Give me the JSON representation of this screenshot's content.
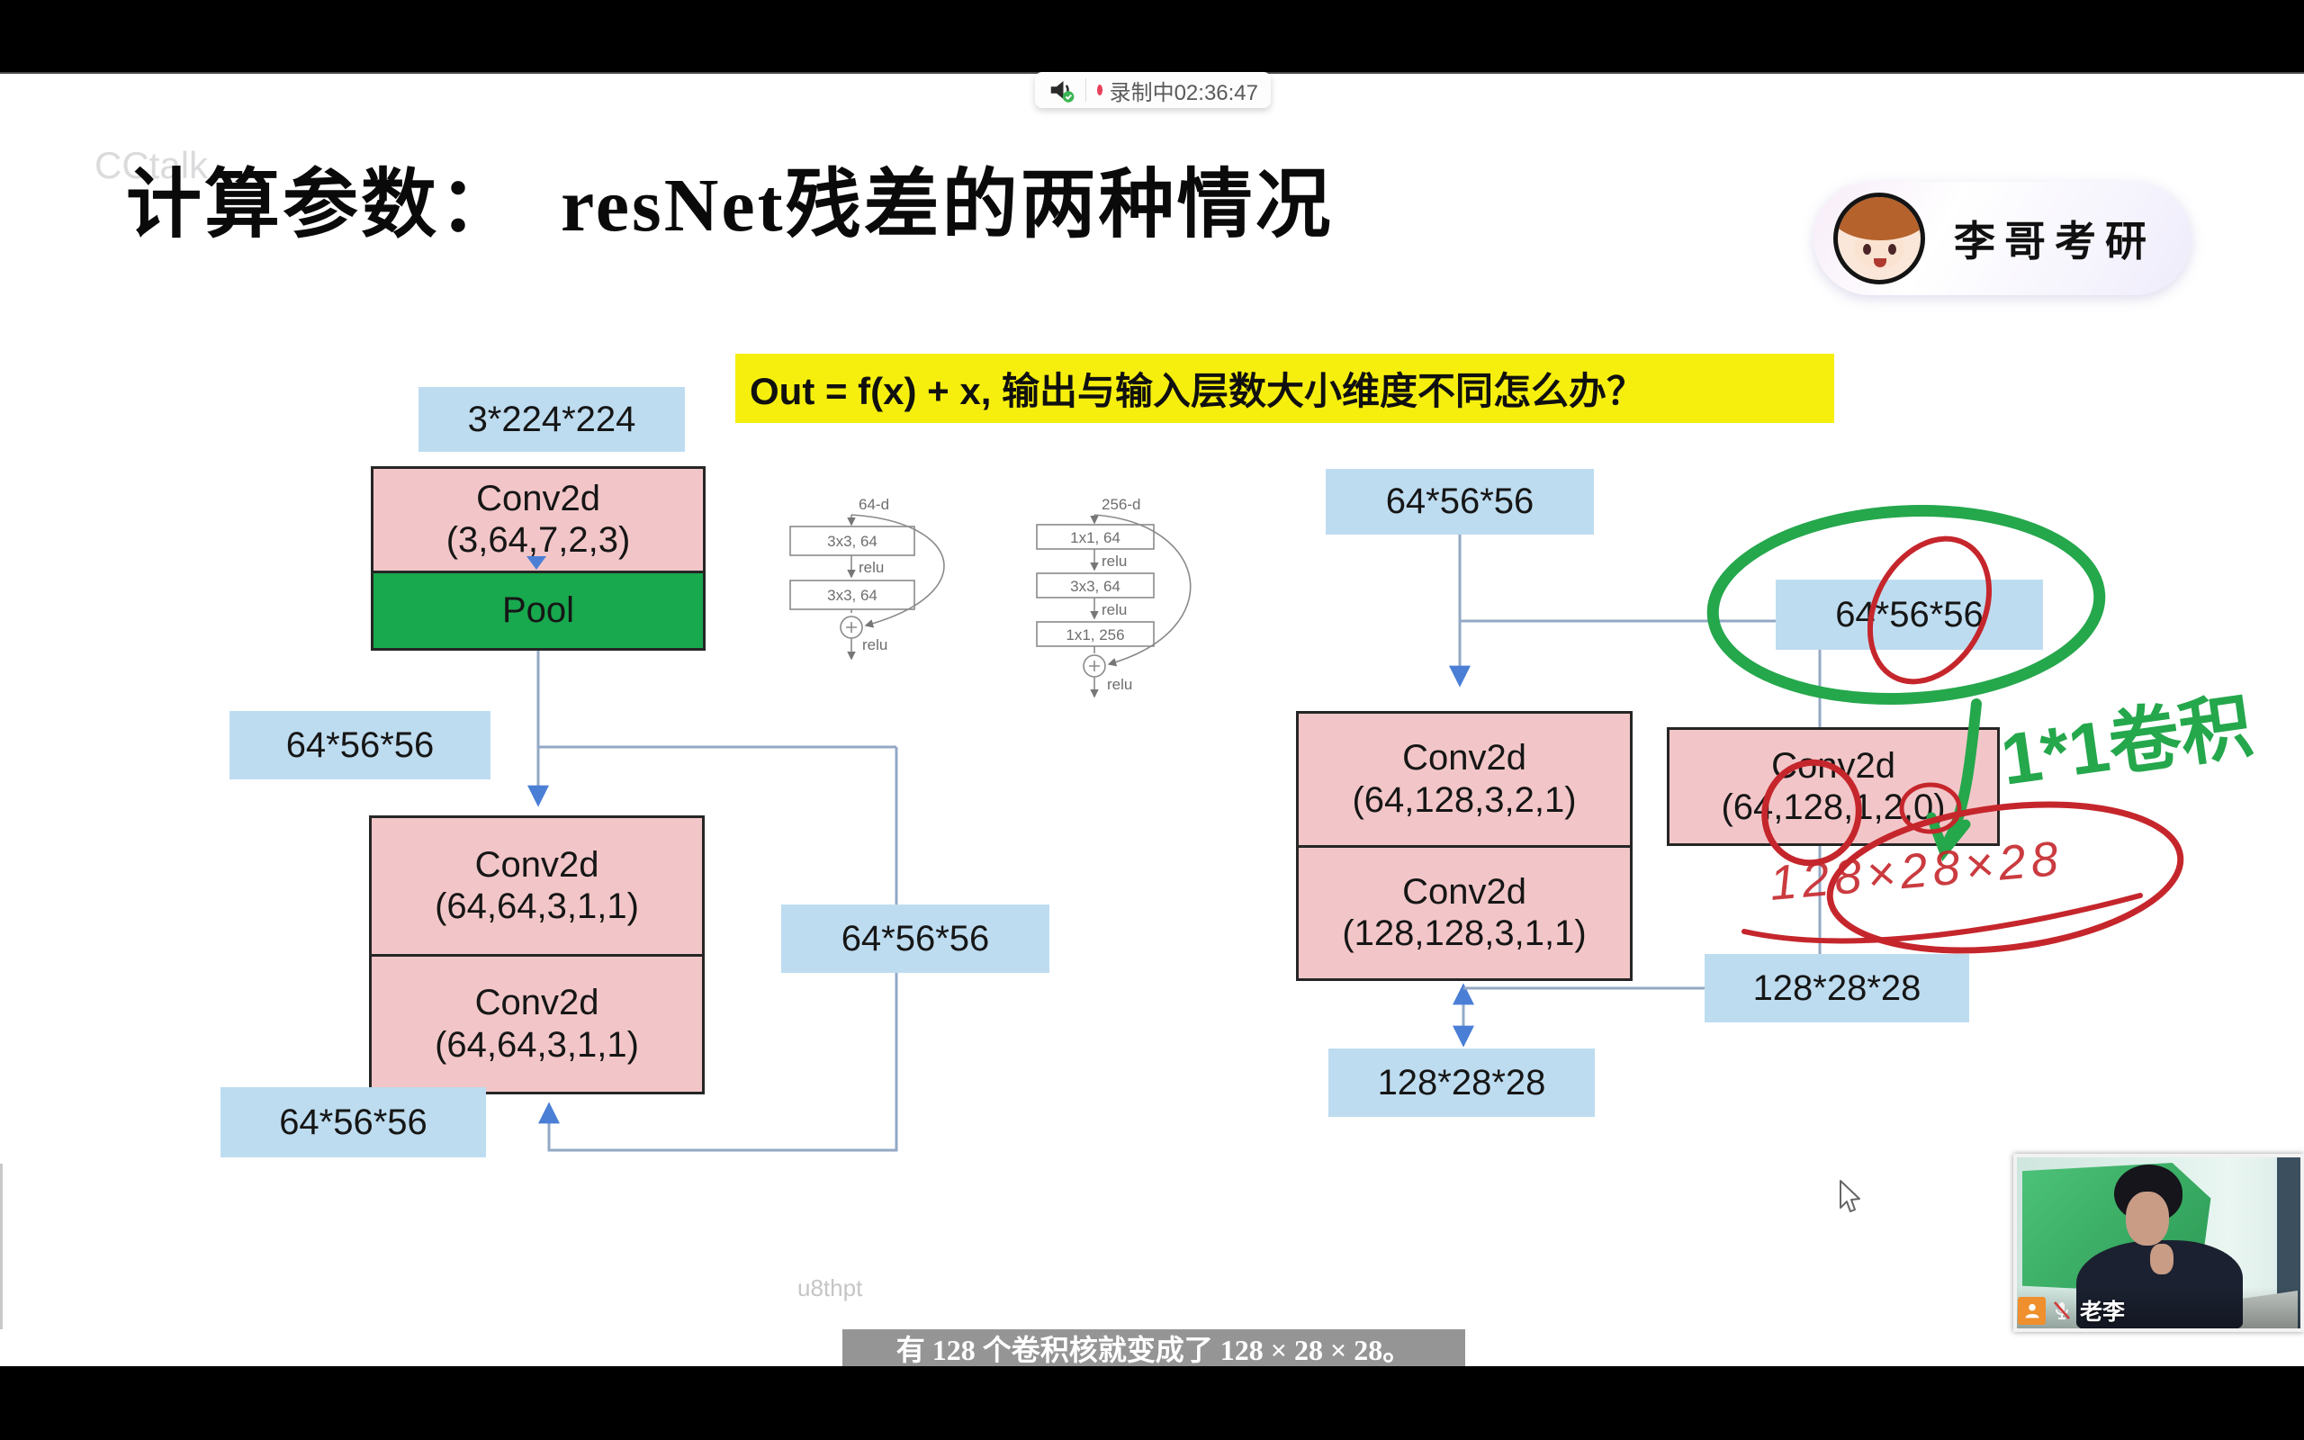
{
  "recording": {
    "label": "录制中02:36:47"
  },
  "badge": {
    "name": "李哥考研"
  },
  "title": "计算参数：  resNet残差的两种情况",
  "banner": "Out = f(x) + x, 输出与输入层数大小维度不同怎么办？",
  "left_diagram": {
    "input": "3*224*224",
    "conv1": {
      "name": "Conv2d",
      "params": "(3,64,7,2,3)"
    },
    "pool": "Pool",
    "after_pool": "64*56*56",
    "conv2": {
      "name": "Conv2d",
      "params": "(64,64,3,1,1)"
    },
    "conv3": {
      "name": "Conv2d",
      "params": "(64,64,3,1,1)"
    },
    "skip": "64*56*56",
    "output": "64*56*56"
  },
  "mini_blocks": {
    "left": {
      "dim": "64-d",
      "box1": "3x3, 64",
      "relu1": "relu",
      "box2": "3x3, 64",
      "relu2": "relu"
    },
    "right": {
      "dim": "256-d",
      "box1": "1x1, 64",
      "relu1": "relu",
      "box2": "3x3, 64",
      "relu2": "relu",
      "box3": "1x1, 256",
      "relu3": "relu"
    }
  },
  "right_diagram": {
    "input": "64*56*56",
    "skip_input": "64*56*56",
    "conv1": {
      "name": "Conv2d",
      "params": "(64,128,3,2,1)"
    },
    "conv2": {
      "name": "Conv2d",
      "params": "(128,128,3,1,1)"
    },
    "conv_skip": {
      "name": "Conv2d",
      "params": "(64,128,1,2,0)"
    },
    "skip_output": "128*28*28",
    "output": "128*28*28"
  },
  "annotations": {
    "green_note": "1*1卷积",
    "red_note": "128×28×28"
  },
  "subtitle": "有 128 个卷积核就变成了 128 × 28 × 28。",
  "watermarks": {
    "top_left": "CCtalk",
    "center": "u8thpt"
  },
  "webcam": {
    "name": "老李"
  },
  "colors": {
    "label_blue": "#bedcf0",
    "conv_pink": "#f2c6c8",
    "pool_green": "#18a84e",
    "banner_yellow": "#f6ef0e",
    "annotation_green": "#25a74c",
    "annotation_red": "#c5262c",
    "connector_blue": "#4b7fd6",
    "record_red": "#e8415a"
  }
}
